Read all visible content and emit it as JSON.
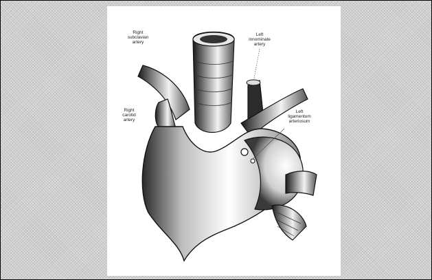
{
  "figure": {
    "labels": {
      "right_subclavian": [
        "Right",
        "subclavian",
        "artery"
      ],
      "left_innominate": [
        "Left",
        "innominate",
        "artery"
      ],
      "right_carotid": [
        "Right",
        "carotid",
        "artery"
      ],
      "left_ligamentum": [
        "Left",
        "ligamentum",
        "arteriosum"
      ]
    }
  }
}
